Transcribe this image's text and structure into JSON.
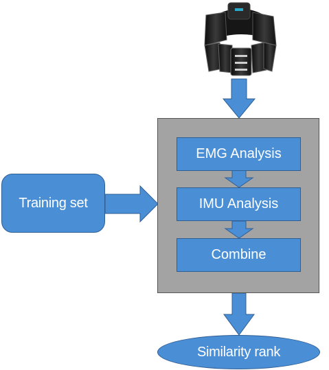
{
  "device": {
    "icon": "armband-device-icon"
  },
  "nodes": {
    "training_set": "Training set",
    "emg_analysis": "EMG Analysis",
    "imu_analysis": "IMU Analysis",
    "combine": "Combine",
    "similarity_rank": "Similarity rank"
  },
  "colors": {
    "node_fill": "#4a8fd6",
    "node_border": "#2f5e93",
    "container_fill": "#a3a3a3",
    "device_body": "#1e1e1e"
  }
}
